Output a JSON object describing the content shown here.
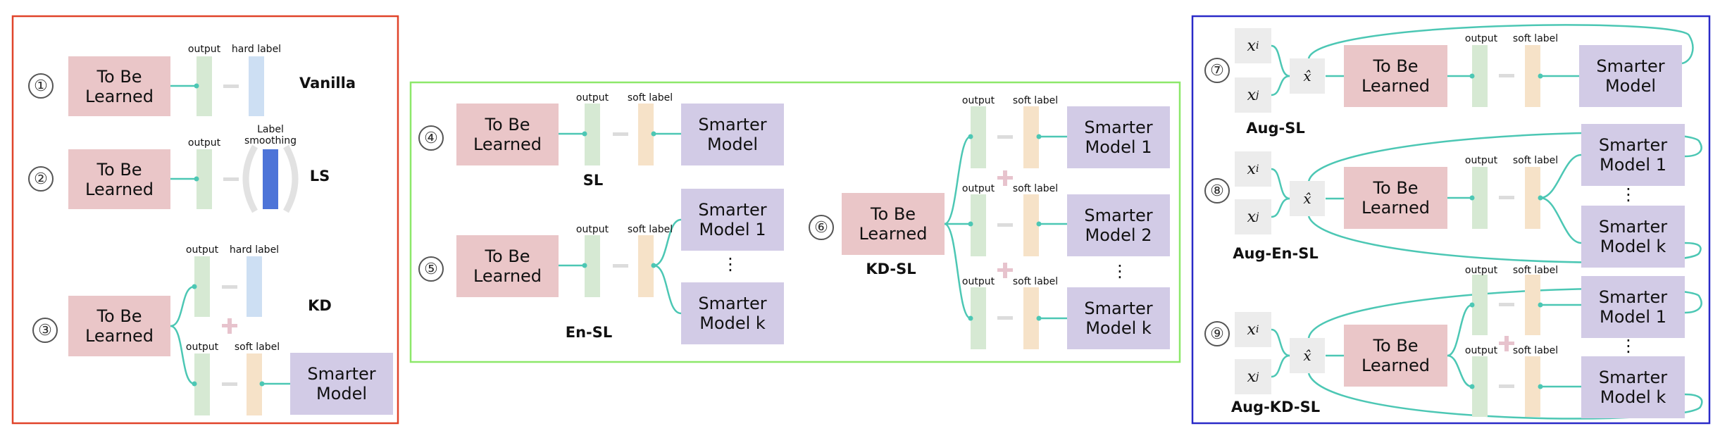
{
  "labels": {
    "output": "output",
    "hard_label": "hard label",
    "soft_label": "soft label",
    "label_smoothing": "Label smoothing",
    "to_be_learned": "To Be Learned",
    "smarter_model": "Smarter Model",
    "smarter_model_1": "Smarter Model 1",
    "smarter_model_2": "Smarter Model 2",
    "smarter_model_k": "Smarter Model k",
    "ellipsis": "⋮",
    "x_hat": "x̂"
  },
  "markers": [
    "①",
    "②",
    "③",
    "④",
    "⑤",
    "⑥",
    "⑦",
    "⑧",
    "⑨"
  ],
  "methods": {
    "m1": "Vanilla",
    "m2": "LS",
    "m3": "KD",
    "m4": "SL",
    "m5": "En-SL",
    "m6": "KD-SL",
    "m7": "Aug-SL",
    "m8": "Aug-En-SL",
    "m9": "Aug-KD-SL"
  },
  "colors": {
    "frame_red": "#e0442a",
    "frame_green": "#8de86a",
    "frame_blue": "#2a2ac8",
    "connector": "#4cc7b4",
    "learner": "#eac6c8",
    "teacher": "#d2cbe6",
    "output_bar": "#d6e9d3",
    "hard_bar": "#cddff3",
    "soft_bar": "#f6e2c8",
    "smooth_bar": "#4d74d8",
    "minus": "#dcdcdc",
    "plus": "#e7c3cd"
  }
}
